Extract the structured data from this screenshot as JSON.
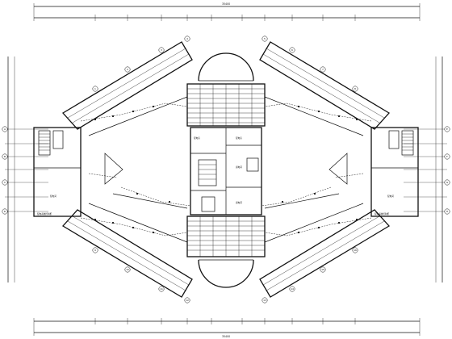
{
  "drawing": {
    "top_total_dimension": "35400",
    "bottom_total_dimension": "35400",
    "room_labels": {
      "left_room": "配电间",
      "right_room": "配电间",
      "left_room_note": "配电系统控制柜",
      "right_room_note": "配电系统控制柜",
      "center_room_a": "配电房",
      "center_room_b": "配电房",
      "center_room_c": "弱电间",
      "center_room_d": "弱电间"
    },
    "bubble_labels": [
      "1",
      "2",
      "3",
      "4",
      "5",
      "6",
      "7",
      "8",
      "9",
      "10",
      "11",
      "12",
      "13",
      "14",
      "15",
      "16"
    ],
    "side_bubble_labels": [
      "A",
      "B",
      "C",
      "D",
      "E",
      "F",
      "G",
      "H"
    ]
  }
}
